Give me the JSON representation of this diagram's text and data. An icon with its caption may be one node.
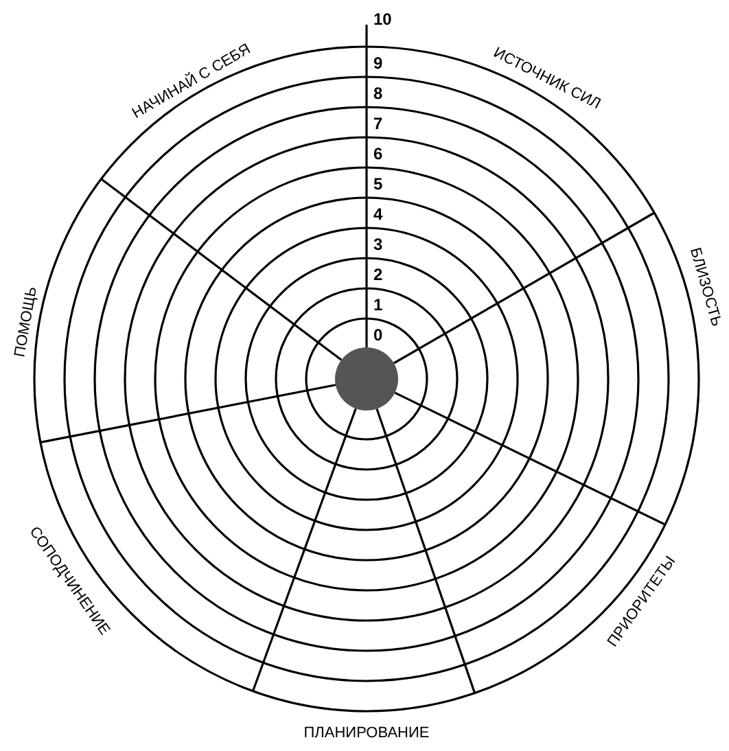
{
  "diagram": {
    "labels": [
      "10",
      "НАЧИНАЙ С СЕБЯ",
      "ИСТОЧНИК СИЛ",
      "9",
      "8",
      "7",
      "6",
      "5",
      "4",
      "3",
      "2",
      "1",
      "0",
      "БЛИЗОСТЬ",
      "ПОМОЩЬ",
      "СОПОДЧИНЕНИЕ",
      "ПРИОРИТЕТЫ",
      "ПЛАНИРОВАНИЕ"
    ]
  }
}
